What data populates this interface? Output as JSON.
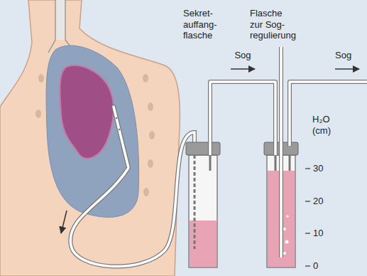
{
  "diagram": {
    "nodes": [
      {
        "text": [
          "Sekret- auffang- flasche"
        ]
      },
      {
        "text": [
          "Flasche zur Sog- regulierung"
        ]
      }
    ],
    "edges": [
      {
        "from": 0,
        "to": 1,
        "arrow": "none",
        "label": "Sog"
      }
    ],
    "labels": [
      "H₂O (cm)",
      "30",
      "20",
      "10",
      "0",
      "Sog"
    ]
  }
}
